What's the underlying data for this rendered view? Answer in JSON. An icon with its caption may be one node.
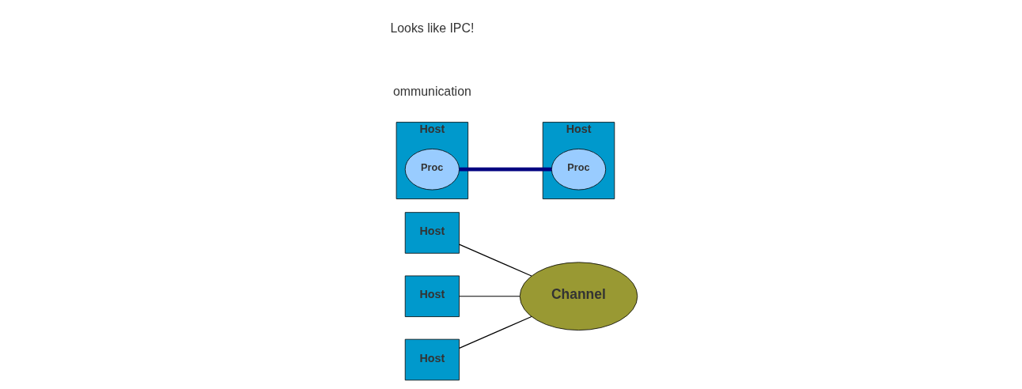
{
  "diagram": {
    "nodes": [
      {
        "text": [
          "Host"
        ]
      },
      {
        "text": [
          "Host"
        ]
      },
      {
        "text": [
          "Proc"
        ],
        "in": 1
      },
      {
        "text": [
          "Host"
        ]
      },
      {
        "text": [
          "Proc"
        ],
        "in": 3
      },
      {
        "text": [
          "Channel"
        ]
      },
      {
        "text": [
          "Host"
        ]
      },
      {
        "text": [
          "Host"
        ]
      }
    ],
    "edges": [
      {
        "from": 0,
        "to": 5,
        "arrow": "none"
      },
      {
        "from": 4,
        "to": 2,
        "arrow": "none",
        "style": "thick",
        "color": "#000080"
      },
      {
        "from": 6,
        "to": 5,
        "arrow": "none"
      },
      {
        "from": 7,
        "to": 5,
        "arrow": "none"
      }
    ],
    "labels": [
      "ommunication",
      "Looks like IPC!"
    ]
  }
}
